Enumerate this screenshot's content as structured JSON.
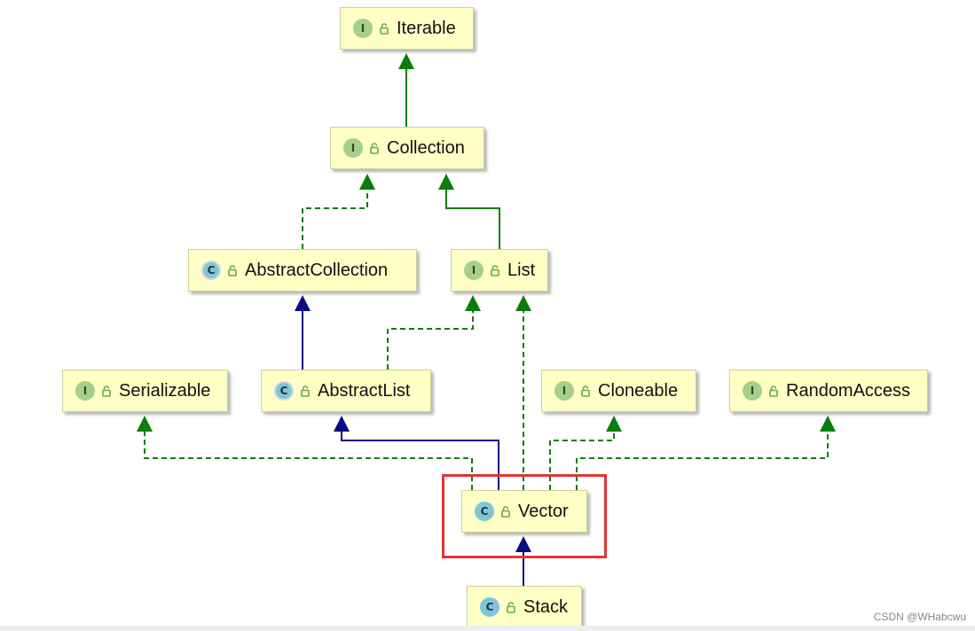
{
  "diagram": {
    "nodes": [
      {
        "id": "Iterable",
        "label": "Iterable",
        "kind": "I",
        "kind_type": "interface"
      },
      {
        "id": "Collection",
        "label": "Collection",
        "kind": "I",
        "kind_type": "interface"
      },
      {
        "id": "AbstractCollection",
        "label": "AbstractCollection",
        "kind": "C",
        "kind_type": "abstract-class"
      },
      {
        "id": "List",
        "label": "List",
        "kind": "I",
        "kind_type": "interface"
      },
      {
        "id": "Serializable",
        "label": "Serializable",
        "kind": "I",
        "kind_type": "interface"
      },
      {
        "id": "AbstractList",
        "label": "AbstractList",
        "kind": "C",
        "kind_type": "abstract-class"
      },
      {
        "id": "Cloneable",
        "label": "Cloneable",
        "kind": "I",
        "kind_type": "interface"
      },
      {
        "id": "RandomAccess",
        "label": "RandomAccess",
        "kind": "I",
        "kind_type": "interface"
      },
      {
        "id": "Vector",
        "label": "Vector",
        "kind": "C",
        "kind_type": "class"
      },
      {
        "id": "Stack",
        "label": "Stack",
        "kind": "C",
        "kind_type": "class"
      }
    ],
    "edges": [
      {
        "from": "Collection",
        "to": "Iterable",
        "style": "extends-interface"
      },
      {
        "from": "AbstractCollection",
        "to": "Collection",
        "style": "implements"
      },
      {
        "from": "List",
        "to": "Collection",
        "style": "extends-interface"
      },
      {
        "from": "AbstractList",
        "to": "AbstractCollection",
        "style": "extends-class"
      },
      {
        "from": "AbstractList",
        "to": "List",
        "style": "implements"
      },
      {
        "from": "Vector",
        "to": "Serializable",
        "style": "implements"
      },
      {
        "from": "Vector",
        "to": "AbstractList",
        "style": "extends-class"
      },
      {
        "from": "Vector",
        "to": "List",
        "style": "implements"
      },
      {
        "from": "Vector",
        "to": "Cloneable",
        "style": "implements"
      },
      {
        "from": "Vector",
        "to": "RandomAccess",
        "style": "implements"
      },
      {
        "from": "Stack",
        "to": "Vector",
        "style": "extends-class"
      }
    ],
    "highlighted": "Vector"
  },
  "colors": {
    "node_fill": "#ffffc6",
    "interface_edge": "#0a7d0a",
    "class_edge": "#0b0b85",
    "highlight_border": "#e53333"
  },
  "watermark": "CSDN @WHabcwu"
}
